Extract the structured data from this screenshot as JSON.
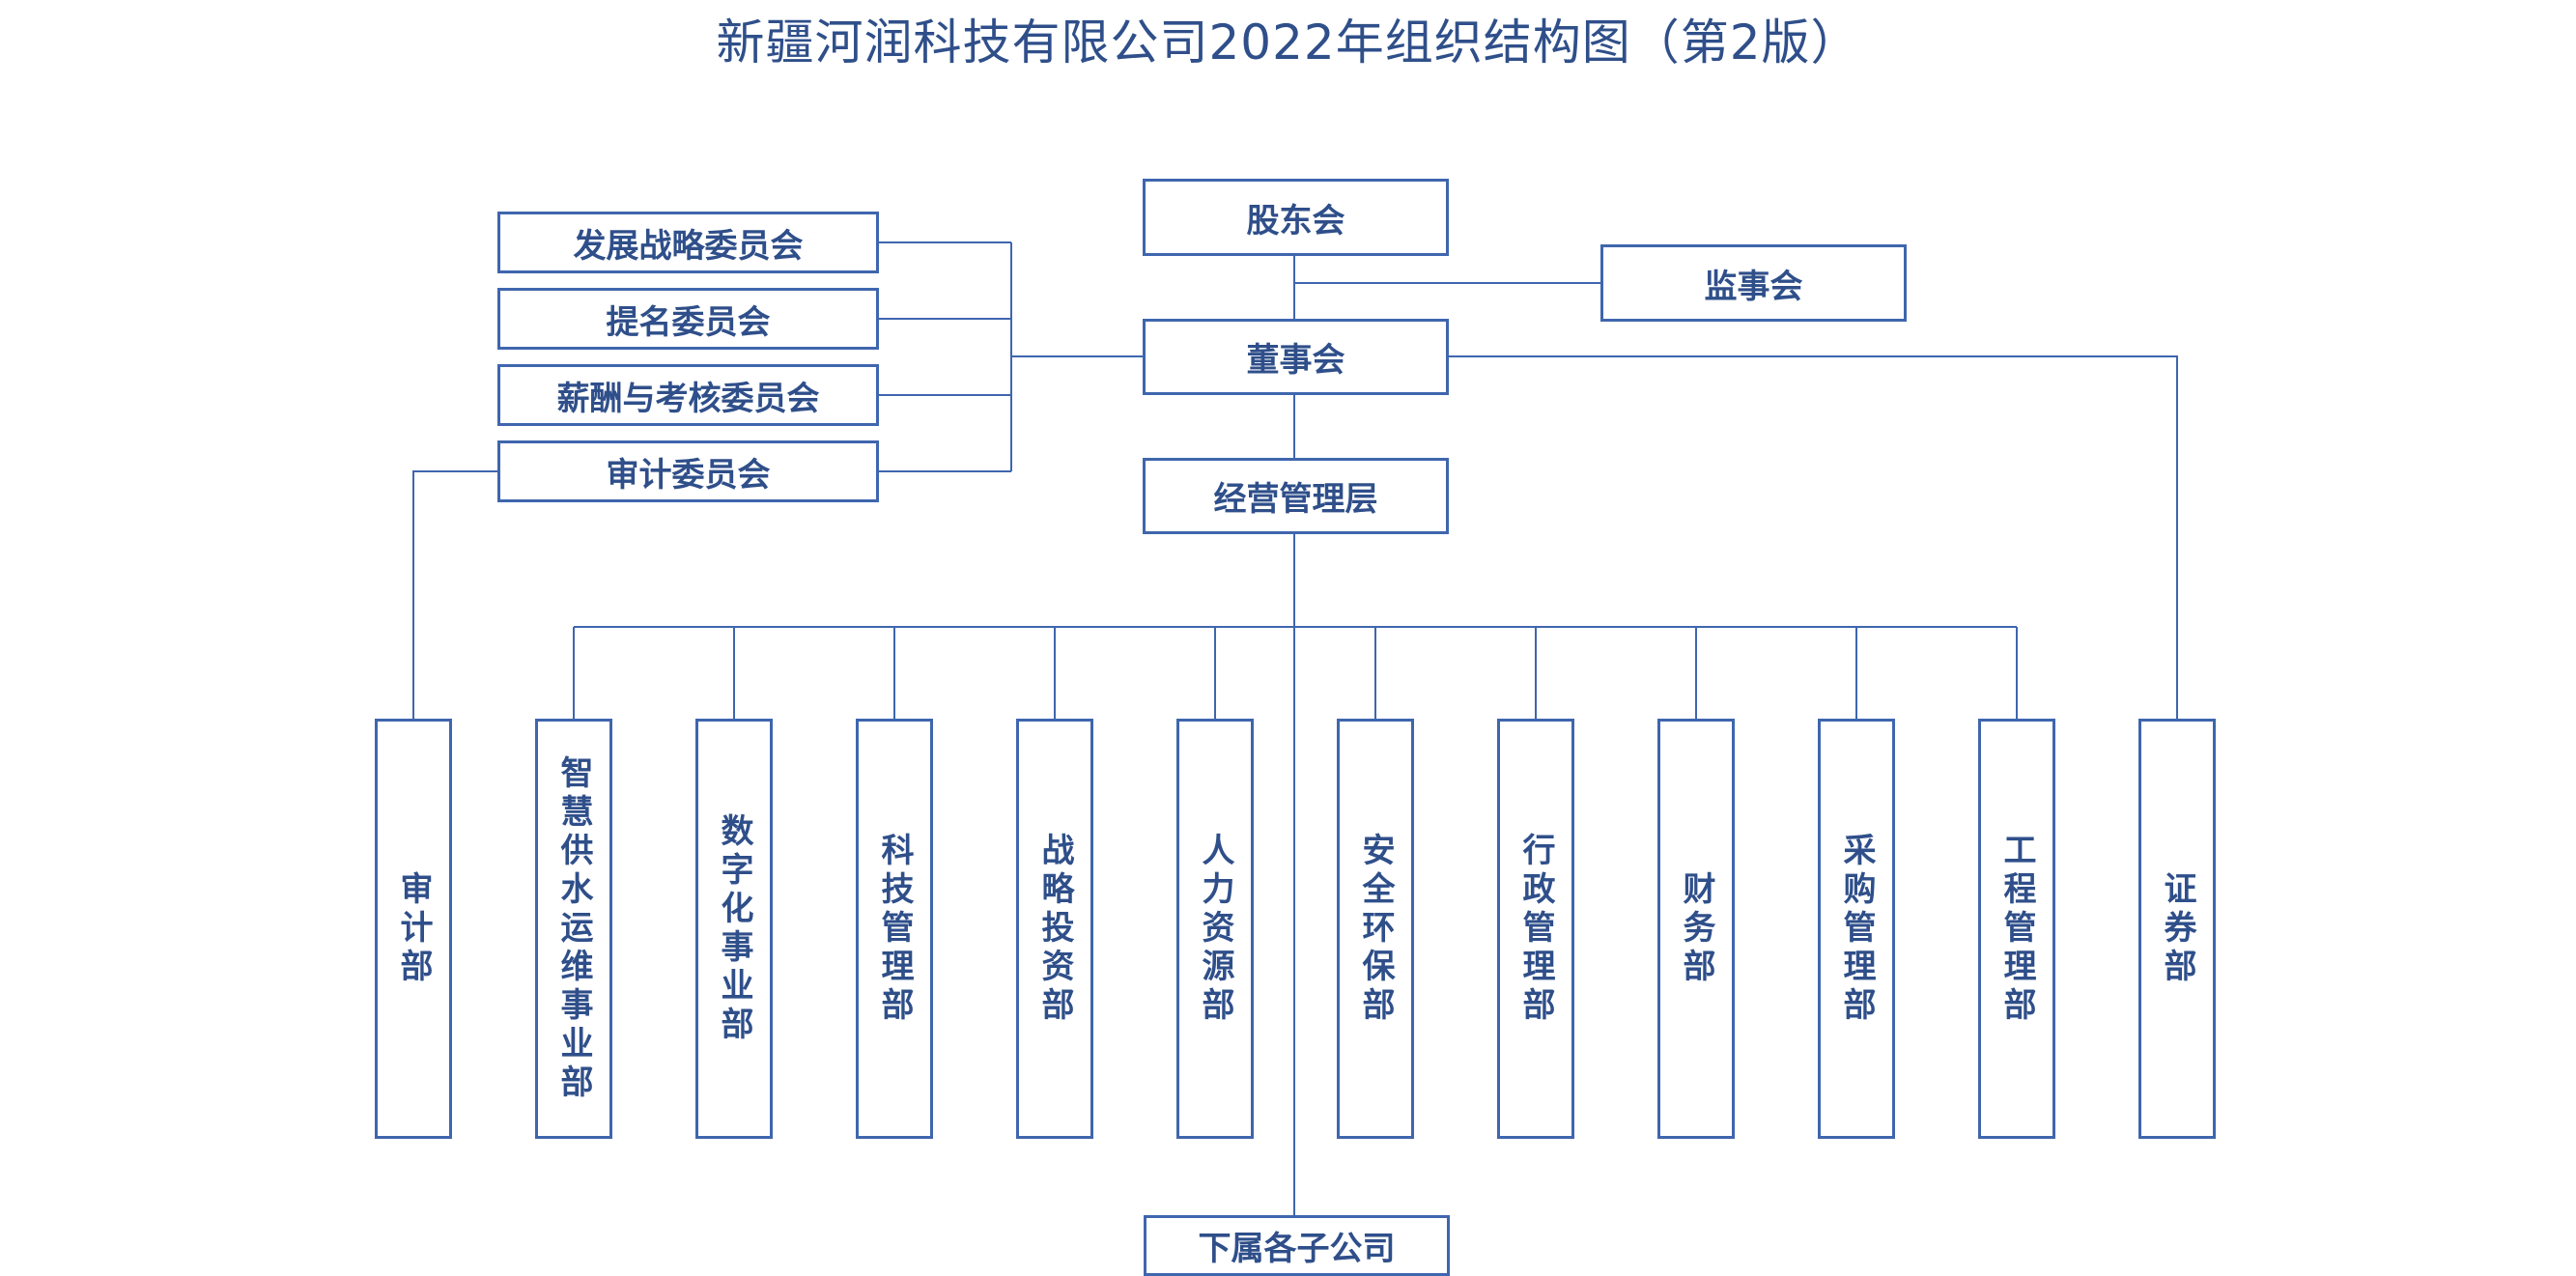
{
  "title": "新疆河润科技有限公司2022年组织结构图（第2版）",
  "top": {
    "shareholders": "股东会",
    "supervisors": "监事会",
    "board": "董事会",
    "management": "经营管理层",
    "subsidiaries": "下属各子公司"
  },
  "committees": [
    "发展战略委员会",
    "提名委员会",
    "薪酬与考核委员会",
    "审计委员会"
  ],
  "departments": [
    "审计部",
    "智慧供水运维事业部",
    "数字化事业部",
    "科技管理部",
    "战略投资部",
    "人力资源部",
    "安全环保部",
    "行政管理部",
    "财务部",
    "采购管理部",
    "工程管理部",
    "证券部"
  ],
  "colors": {
    "line": "#3f66ae",
    "text": "#2f4f8a"
  }
}
